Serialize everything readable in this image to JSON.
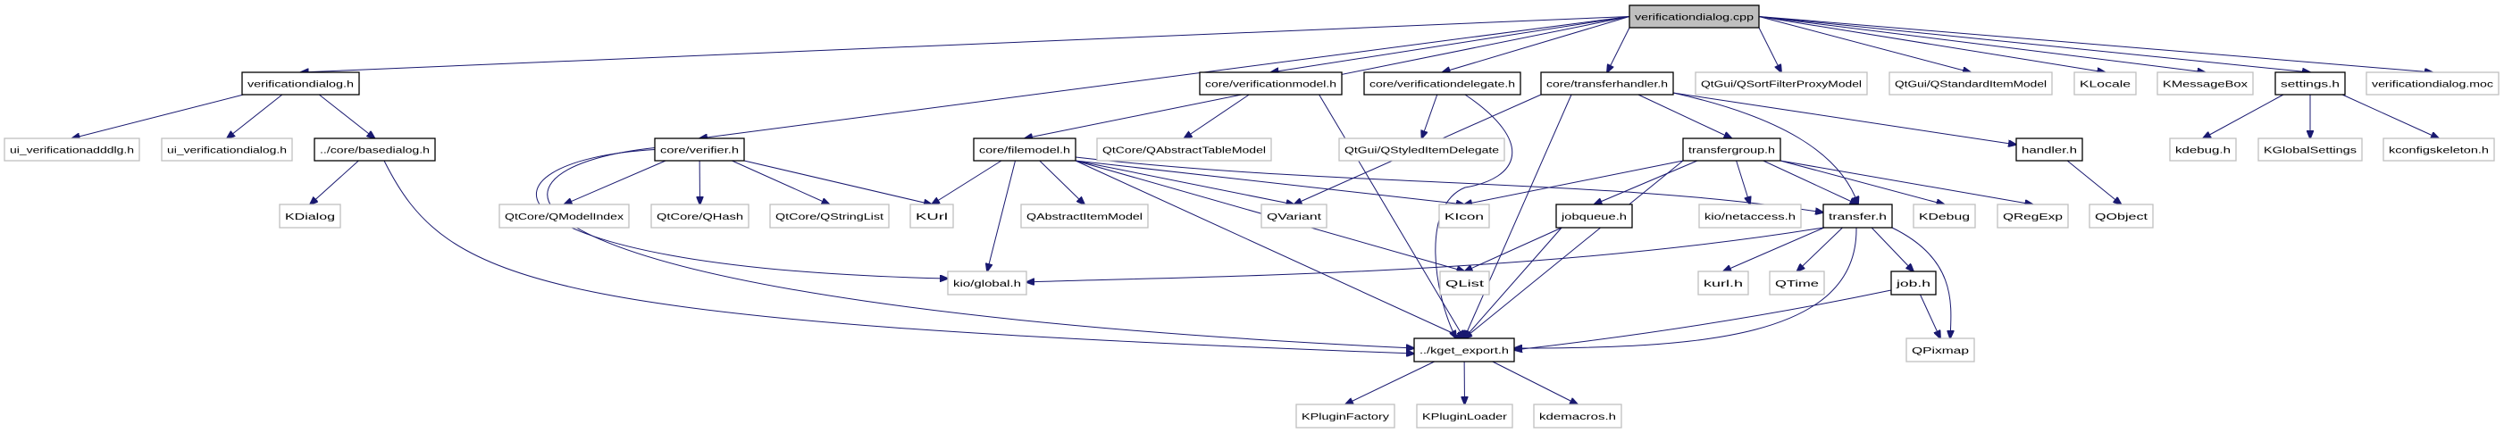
{
  "graph": {
    "edge_color": "#191970",
    "root_fill": "#bfbfbf",
    "nodes": {
      "cpp": "verificationdialog.cpp",
      "vdh": "verificationdialog.h",
      "uiadd": "ui_verificationadddlg.h",
      "uidlg": "ui_verificationdialog.h",
      "based": "../core/basedialog.h",
      "kdialog": "KDialog",
      "verifier": "core/verifier.h",
      "qmodelindex": "QtCore/QModelIndex",
      "qhash": "QtCore/QHash",
      "qstringlist": "QtCore/QStringList",
      "vmodel": "core/verificationmodel.h",
      "vdeleg": "core/verificationdelegate.h",
      "thandler": "core/transferhandler.h",
      "qsortfilter": "QtGui/QSortFilterProxyModel",
      "qstditem": "QtGui/QStandardItemModel",
      "klocale": "KLocale",
      "kmsgbox": "KMessageBox",
      "settings": "settings.h",
      "moc": "verificationdialog.moc",
      "filemodel": "core/filemodel.h",
      "qabstable": "QtCore/QAbstractTableModel",
      "qstyled": "QtGui/QStyledItemDelegate",
      "tgroup": "transfergroup.h",
      "handler": "handler.h",
      "kdebugh": "kdebug.h",
      "kglobalset": "KGlobalSettings",
      "kconfigskel": "kconfigskeleton.h",
      "kurl": "KUrl",
      "qabsitem": "QAbstractItemModel",
      "qvariant": "QVariant",
      "kicon": "KIcon",
      "jobqueue": "jobqueue.h",
      "netaccess": "kio/netaccess.h",
      "transfer": "transfer.h",
      "kdebug": "KDebug",
      "qregexp": "QRegExp",
      "qobject": "QObject",
      "kioglobal": "kio/global.h",
      "qlist": "QList",
      "kurlh": "kurl.h",
      "qtime": "QTime",
      "job": "job.h",
      "kgetexport": "../kget_export.h",
      "qpixmap": "QPixmap",
      "kpluginfactory": "KPluginFactory",
      "kpluginloader": "KPluginLoader",
      "kdemacros": "kdemacros.h"
    },
    "documented": [
      "vdh",
      "based",
      "verifier",
      "vmodel",
      "vdeleg",
      "thandler",
      "filemodel",
      "tgroup",
      "jobqueue",
      "transfer",
      "job",
      "handler",
      "settings",
      "kgetexport"
    ],
    "root": "cpp",
    "edges": [
      [
        "cpp",
        "vdh"
      ],
      [
        "cpp",
        "verifier"
      ],
      [
        "cpp",
        "filemodel"
      ],
      [
        "cpp",
        "vmodel"
      ],
      [
        "cpp",
        "vdeleg"
      ],
      [
        "cpp",
        "thandler"
      ],
      [
        "cpp",
        "qsortfilter"
      ],
      [
        "cpp",
        "qstditem"
      ],
      [
        "cpp",
        "klocale"
      ],
      [
        "cpp",
        "kmsgbox"
      ],
      [
        "cpp",
        "settings"
      ],
      [
        "cpp",
        "moc"
      ],
      [
        "vdh",
        "uiadd"
      ],
      [
        "vdh",
        "uidlg"
      ],
      [
        "vdh",
        "based"
      ],
      [
        "based",
        "kdialog"
      ],
      [
        "based",
        "kgetexport"
      ],
      [
        "verifier",
        "qmodelindex"
      ],
      [
        "verifier",
        "qhash"
      ],
      [
        "verifier",
        "qstringlist"
      ],
      [
        "verifier",
        "kurl"
      ],
      [
        "verifier",
        "kioglobal"
      ],
      [
        "verifier",
        "kgetexport"
      ],
      [
        "filemodel",
        "kurl"
      ],
      [
        "filemodel",
        "kioglobal"
      ],
      [
        "filemodel",
        "qabsitem"
      ],
      [
        "filemodel",
        "qvariant"
      ],
      [
        "filemodel",
        "kicon"
      ],
      [
        "filemodel",
        "qlist"
      ],
      [
        "filemodel",
        "kgetexport"
      ],
      [
        "filemodel",
        "transfer"
      ],
      [
        "vmodel",
        "qabstable"
      ],
      [
        "vmodel",
        "kgetexport"
      ],
      [
        "vdeleg",
        "qstyled"
      ],
      [
        "vdeleg",
        "kgetexport"
      ],
      [
        "thandler",
        "qvariant"
      ],
      [
        "thandler",
        "kgetexport"
      ],
      [
        "thandler",
        "tgroup"
      ],
      [
        "thandler",
        "transfer"
      ],
      [
        "thandler",
        "handler"
      ],
      [
        "tgroup",
        "kicon"
      ],
      [
        "tgroup",
        "jobqueue"
      ],
      [
        "tgroup",
        "kgetexport"
      ],
      [
        "tgroup",
        "netaccess"
      ],
      [
        "tgroup",
        "transfer"
      ],
      [
        "tgroup",
        "kdebug"
      ],
      [
        "tgroup",
        "qregexp"
      ],
      [
        "jobqueue",
        "qlist"
      ],
      [
        "jobqueue",
        "kgetexport"
      ],
      [
        "transfer",
        "kioglobal"
      ],
      [
        "transfer",
        "kurlh"
      ],
      [
        "transfer",
        "qtime"
      ],
      [
        "transfer",
        "kgetexport"
      ],
      [
        "transfer",
        "job"
      ],
      [
        "transfer",
        "qpixmap"
      ],
      [
        "job",
        "kgetexport"
      ],
      [
        "job",
        "qpixmap"
      ],
      [
        "handler",
        "qobject"
      ],
      [
        "settings",
        "kdebugh"
      ],
      [
        "settings",
        "kglobalset"
      ],
      [
        "settings",
        "kconfigskel"
      ],
      [
        "kgetexport",
        "kpluginfactory"
      ],
      [
        "kgetexport",
        "kpluginloader"
      ],
      [
        "kgetexport",
        "kdemacros"
      ]
    ]
  }
}
